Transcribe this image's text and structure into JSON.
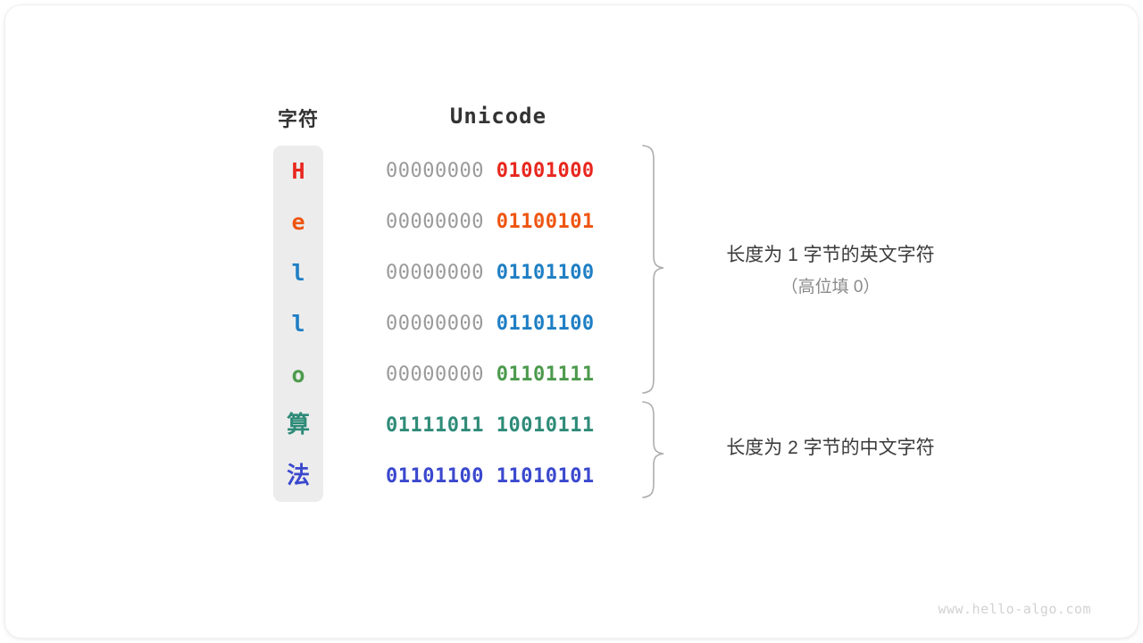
{
  "figure": {
    "headers": {
      "char": "字符",
      "unicode": "Unicode"
    },
    "rows": [
      {
        "char": "H",
        "high_byte": "00000000",
        "low_byte": "01001000",
        "color": "#E8271E"
      },
      {
        "char": "e",
        "high_byte": "00000000",
        "low_byte": "01100101",
        "color": "#EE5511"
      },
      {
        "char": "l",
        "high_byte": "00000000",
        "low_byte": "01101100",
        "color": "#1F7FC4"
      },
      {
        "char": "l",
        "high_byte": "00000000",
        "low_byte": "01101100",
        "color": "#1F7FC4"
      },
      {
        "char": "o",
        "high_byte": "00000000",
        "low_byte": "01101111",
        "color": "#4D9A4D"
      },
      {
        "char": "算",
        "high_byte": "01111011",
        "low_byte": "10010111",
        "color": "#2E8B78"
      },
      {
        "char": "法",
        "high_byte": "01101100",
        "low_byte": "11010101",
        "color": "#3A48CE"
      }
    ],
    "annotations": {
      "group_1_title": "长度为 1 字节的英文字符",
      "group_1_subtitle": "（高位填 0）",
      "group_2_title": "长度为 2 字节的中文字符"
    },
    "watermark": "www.hello-algo.com",
    "colors": {
      "high_byte_gray": "#9A9A9A",
      "char_column_bg": "#ECECEC",
      "brace_stroke": "#ADADAD",
      "header_text": "#333333",
      "note_text": "#3B3B3B",
      "note_sub_text": "#8A8A8A",
      "watermark_text": "#D2D2D2"
    }
  },
  "chart_data": {
    "type": "table",
    "title": "Unicode 编码示例",
    "columns": [
      "字符",
      "Unicode"
    ],
    "rows": [
      [
        "H",
        "00000000 01001000"
      ],
      [
        "e",
        "00000000 01100101"
      ],
      [
        "l",
        "00000000 01101100"
      ],
      [
        "l",
        "00000000 01101100"
      ],
      [
        "o",
        "00000000 01101111"
      ],
      [
        "算",
        "01111011 10010111"
      ],
      [
        "法",
        "01101100 11010101"
      ]
    ],
    "groups": [
      {
        "label": "长度为 1 字节的英文字符（高位填 0）",
        "row_start": 0,
        "row_end": 4
      },
      {
        "label": "长度为 2 字节的中文字符",
        "row_start": 5,
        "row_end": 6
      }
    ]
  }
}
